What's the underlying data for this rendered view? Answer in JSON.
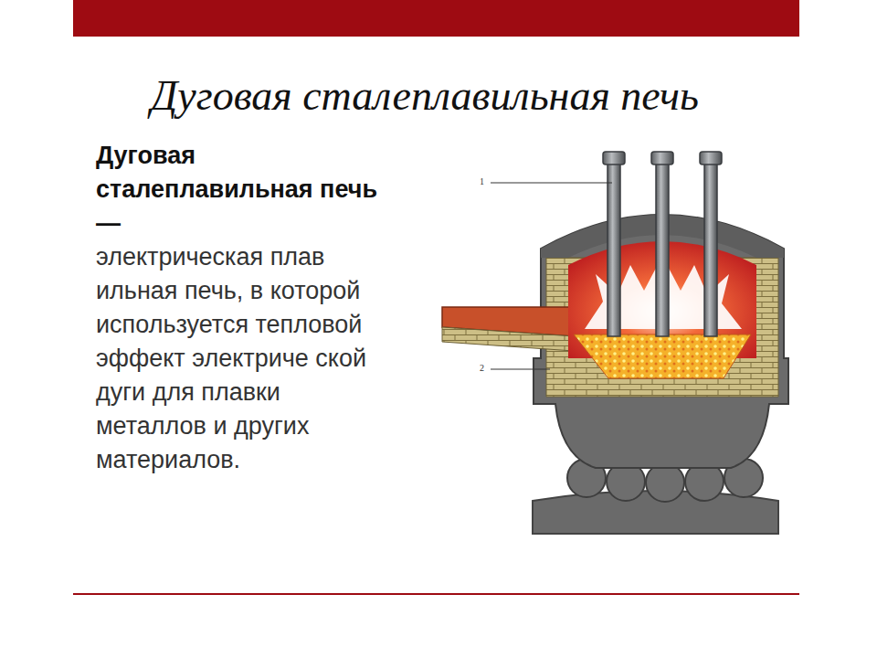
{
  "diagram": {
    "title": "Дуговая сталеплавильная печь",
    "labels": [
      "Дуговая сталеплавильная печь —",
      "электрическая плав ильная печь, в которой используется тепловой эффект электриче ской дуги для плавки металлов и других материалов.",
      "1",
      "2"
    ]
  }
}
